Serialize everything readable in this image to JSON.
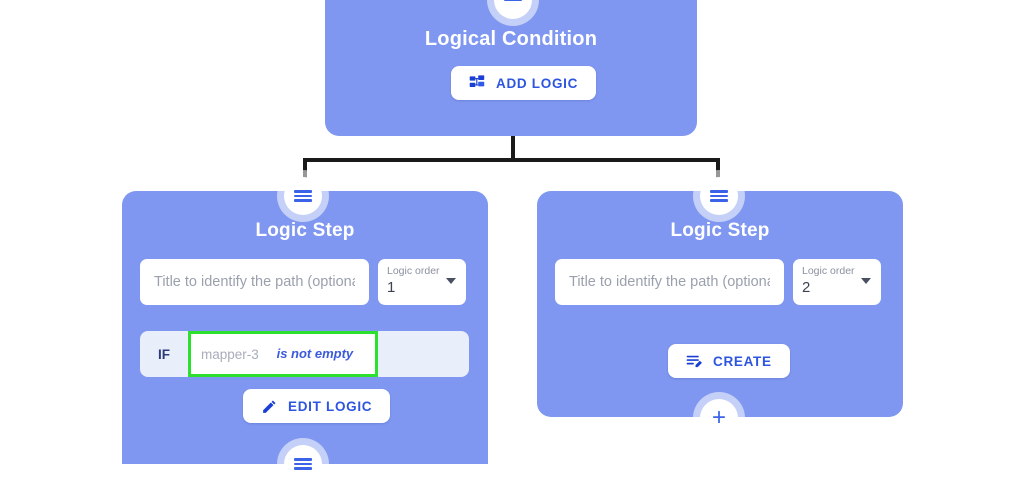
{
  "canvas": {
    "background_color": "#ffffff",
    "node_color": "#7f97f0",
    "accent_color": "#2d55e0",
    "highlight_color": "#2ee02e",
    "connector_color": "#1a1a1a"
  },
  "root_node": {
    "title": "Logical Condition",
    "handle_icon": "minus-handle-icon",
    "button": {
      "label": "ADD LOGIC",
      "icon": "schema-icon"
    }
  },
  "steps": [
    {
      "title": "Logic Step",
      "handle_top_icon": "hamburger-icon",
      "handle_bottom_icon": "hamburger-icon",
      "title_input": {
        "value": "",
        "placeholder": "Title to identify the path (optional)"
      },
      "order_select": {
        "label": "Logic order",
        "value": "1",
        "caret_icon": "chevron-down-icon"
      },
      "condition": {
        "prefix": "IF",
        "field": "mapper-3",
        "operator": "is not empty"
      },
      "button": {
        "label": "EDIT LOGIC",
        "icon": "pencil-icon"
      }
    },
    {
      "title": "Logic Step",
      "handle_top_icon": "hamburger-icon",
      "handle_bottom_icon": "plus-icon",
      "title_input": {
        "value": "",
        "placeholder": "Title to identify the path (optional)"
      },
      "order_select": {
        "label": "Logic order",
        "value": "2",
        "caret_icon": "chevron-down-icon"
      },
      "button": {
        "label": "CREATE",
        "icon": "edit-note-icon"
      }
    }
  ]
}
